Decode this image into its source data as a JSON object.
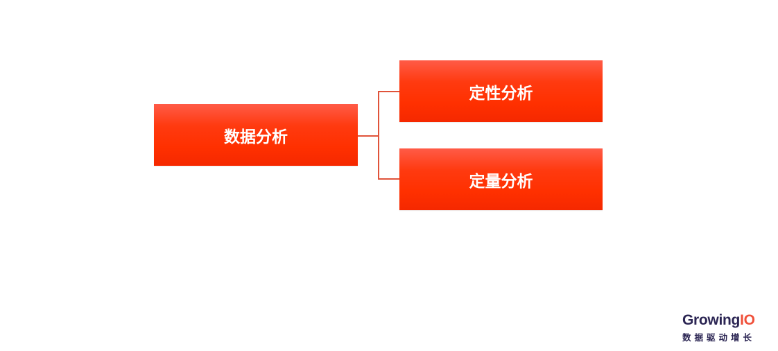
{
  "diagram": {
    "type": "tree",
    "root": {
      "label": "数据分析"
    },
    "children": [
      {
        "label": "定性分析"
      },
      {
        "label": "定量分析"
      }
    ],
    "colors": {
      "node_top": "#ff5b47",
      "node_bottom": "#f52800",
      "node_text": "#ffffff",
      "connector": "#e0533a"
    }
  },
  "brand": {
    "name_main": "Growing",
    "name_accent": "IO",
    "tagline": "数据驱动增长",
    "colors": {
      "main": "#2b2553",
      "accent": "#f0503a"
    }
  }
}
